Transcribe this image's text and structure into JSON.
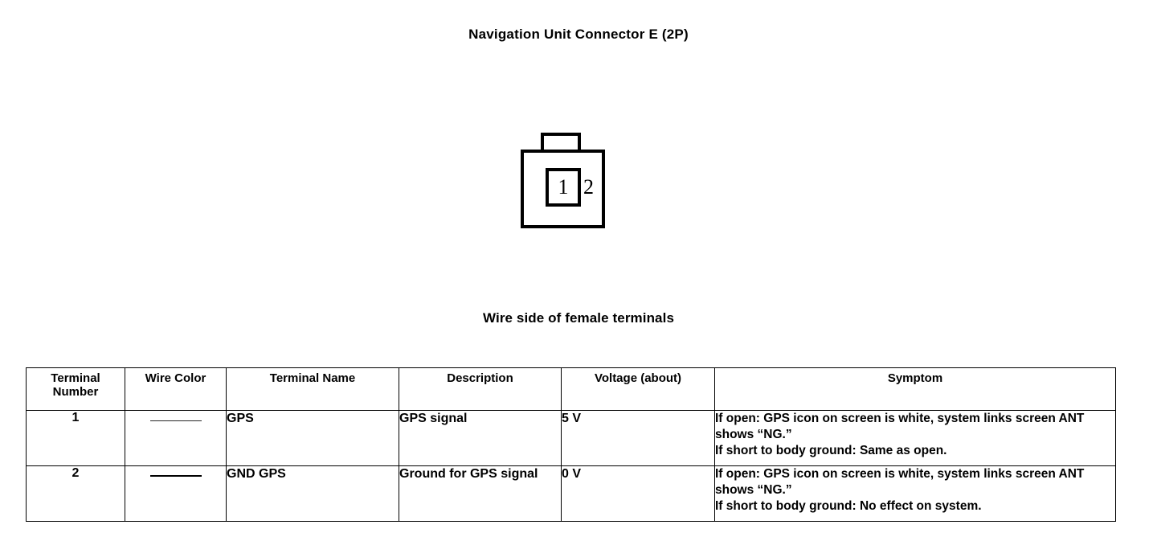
{
  "page": {
    "title": "Navigation Unit Connector E (2P)",
    "caption": "Wire side of female terminals"
  },
  "connector": {
    "name": "Navigation Unit Connector E",
    "pin_count": "2P",
    "cavity_label": "1",
    "pin_label_2": "2"
  },
  "table": {
    "headers": {
      "terminal_number": "Terminal\nNumber",
      "terminal_number_line1": "Terminal",
      "terminal_number_line2": "Number",
      "wire_color": "Wire Color",
      "terminal_name": "Terminal Name",
      "description": "Description",
      "voltage": "Voltage (about)",
      "symptom": "Symptom"
    },
    "rows": [
      {
        "terminal_number": "1",
        "wire_color": "—",
        "terminal_name": "GPS",
        "description": "GPS signal",
        "voltage": "5 V",
        "symptom": "If open: GPS icon on screen is white, system links screen ANT shows “NG.”\nIf short to body ground: Same as open."
      },
      {
        "terminal_number": "2",
        "wire_color": "—",
        "terminal_name": "GND GPS",
        "description": "Ground for GPS signal",
        "voltage": "0 V",
        "symptom": "If open: GPS icon on screen is white, system links screen ANT shows “NG.”\nIf short to body ground: No effect on system."
      }
    ]
  },
  "colors": {
    "background": "#ffffff",
    "ink": "#000000"
  }
}
